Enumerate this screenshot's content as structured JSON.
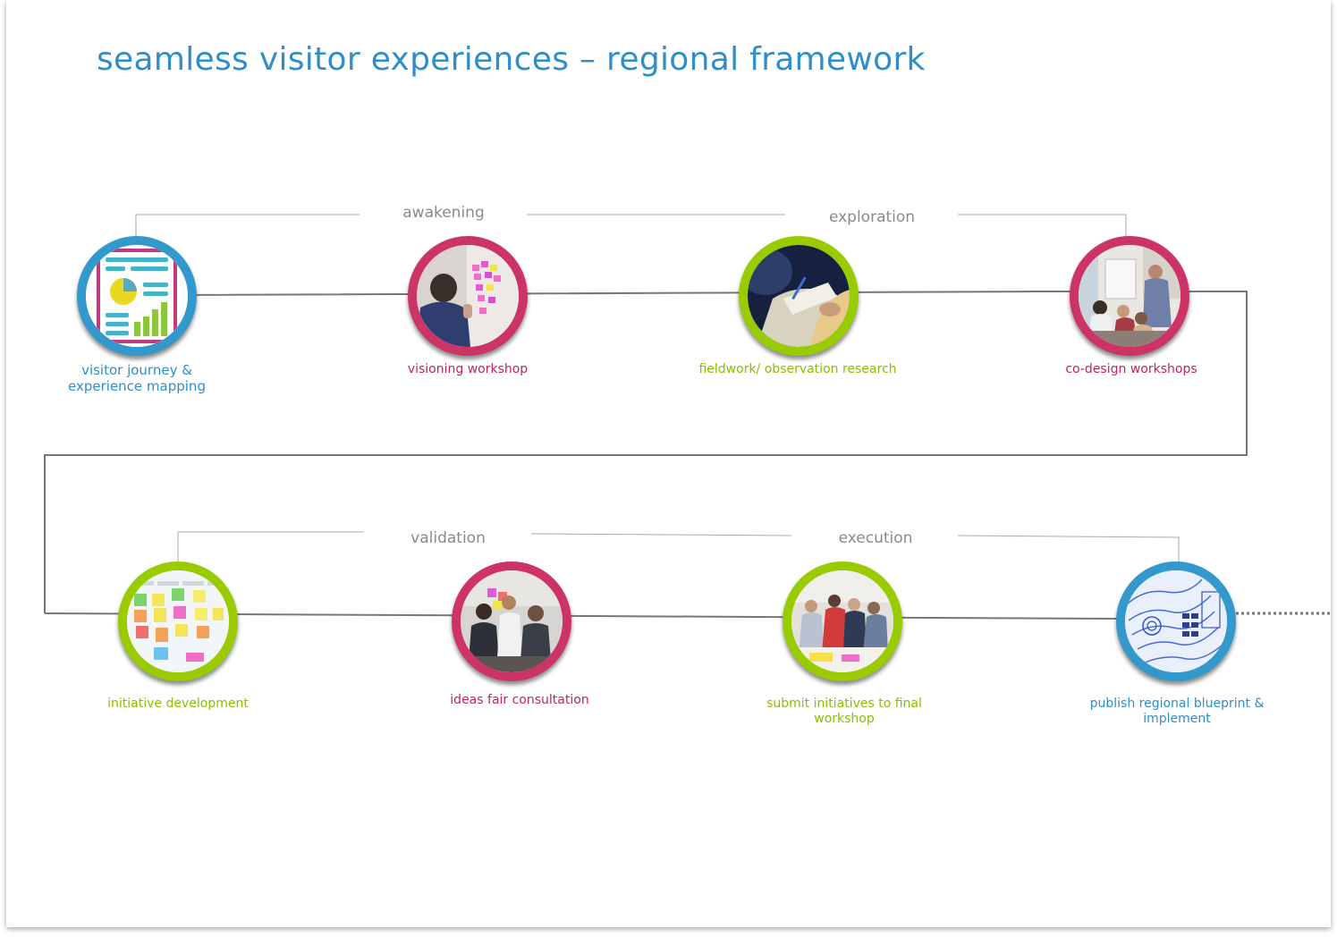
{
  "title": "seamless visitor experiences – regional framework",
  "colors": {
    "blue": "#3399cc",
    "magenta": "#cc3366",
    "green": "#99cc00",
    "title": "#2f8ec8",
    "line": "#777777",
    "phase": "#8a8a8a"
  },
  "phases": [
    "awakening",
    "exploration",
    "validation",
    "execution"
  ],
  "steps": [
    {
      "label": "visitor journey & experience mapping",
      "ring": "blue",
      "icon": "journey-map-chart-icon"
    },
    {
      "label": "visioning workshop",
      "ring": "magenta",
      "icon": "sticky-notes-wall-photo"
    },
    {
      "label": "fieldwork/ observation research",
      "ring": "green",
      "icon": "note-taking-photo"
    },
    {
      "label": "co-design workshops",
      "ring": "magenta",
      "icon": "presentation-room-photo"
    },
    {
      "label": "initiative development",
      "ring": "green",
      "icon": "sticky-note-board-photo"
    },
    {
      "label": "ideas fair consultation",
      "ring": "magenta",
      "icon": "consultation-crowd-photo"
    },
    {
      "label": "submit initiatives to final workshop",
      "ring": "green",
      "icon": "group-workshop-photo"
    },
    {
      "label": "publish regional  blueprint & implement",
      "ring": "blue",
      "icon": "blueprint-map-icon"
    }
  ]
}
